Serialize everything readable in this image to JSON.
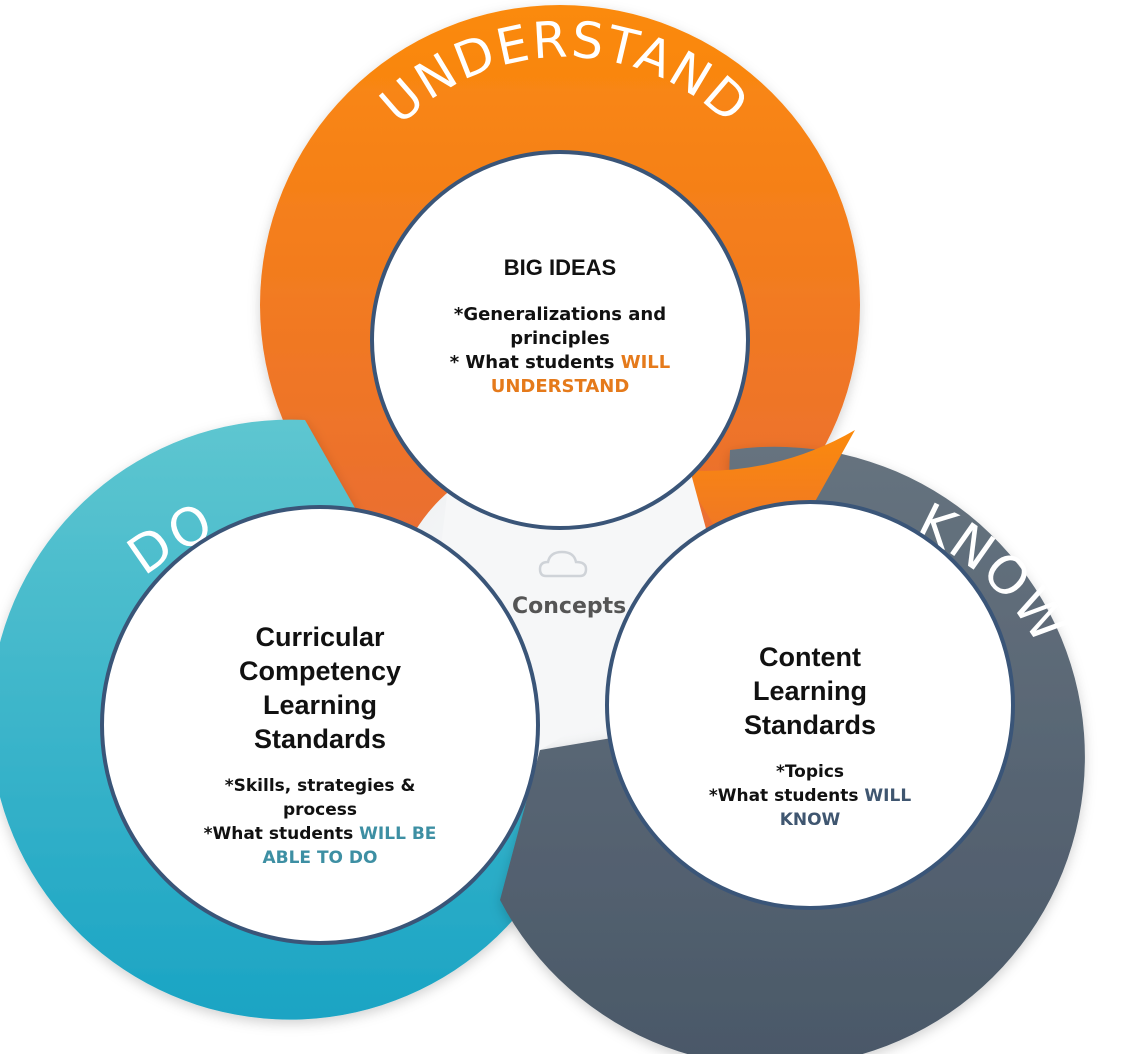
{
  "rings": {
    "understand": {
      "label": "UNDERSTAND",
      "color_top": "#fb8a0c",
      "color_bottom": "#e86a36"
    },
    "do": {
      "label": "DO",
      "color_top": "#5ec6d0",
      "color_bottom": "#1aa4c4"
    },
    "know": {
      "label": "KNOW",
      "color_top": "#66737f",
      "color_bottom": "#4a5868"
    }
  },
  "center": {
    "label": "Concepts",
    "icon": "cloud-icon"
  },
  "big_ideas": {
    "title": "BIG IDEAS",
    "line1": "*Generalizations and",
    "line2": "principles",
    "line3_prefix": "* What students ",
    "line3_highlight": "WILL",
    "line4_highlight": "UNDERSTAND"
  },
  "curricular": {
    "title_line1": "Curricular",
    "title_line2": "Competency",
    "title_line3": "Learning",
    "title_line4": "Standards",
    "line1": "*Skills, strategies &",
    "line2": "process",
    "line3_prefix": "*What students ",
    "line3_highlight": "WILL BE",
    "line4_highlight": "ABLE TO DO"
  },
  "content": {
    "title_line1": "Content",
    "title_line2": "Learning",
    "title_line3": "Standards",
    "line1": "*Topics",
    "line2_prefix": "*What students ",
    "line2_highlight": "WILL",
    "line3_highlight": "KNOW"
  },
  "colors": {
    "circle_stroke": "#3a5578",
    "orange_text": "#e57a1b",
    "teal_text": "#3d8fa3",
    "slate_text": "#3f5670"
  }
}
